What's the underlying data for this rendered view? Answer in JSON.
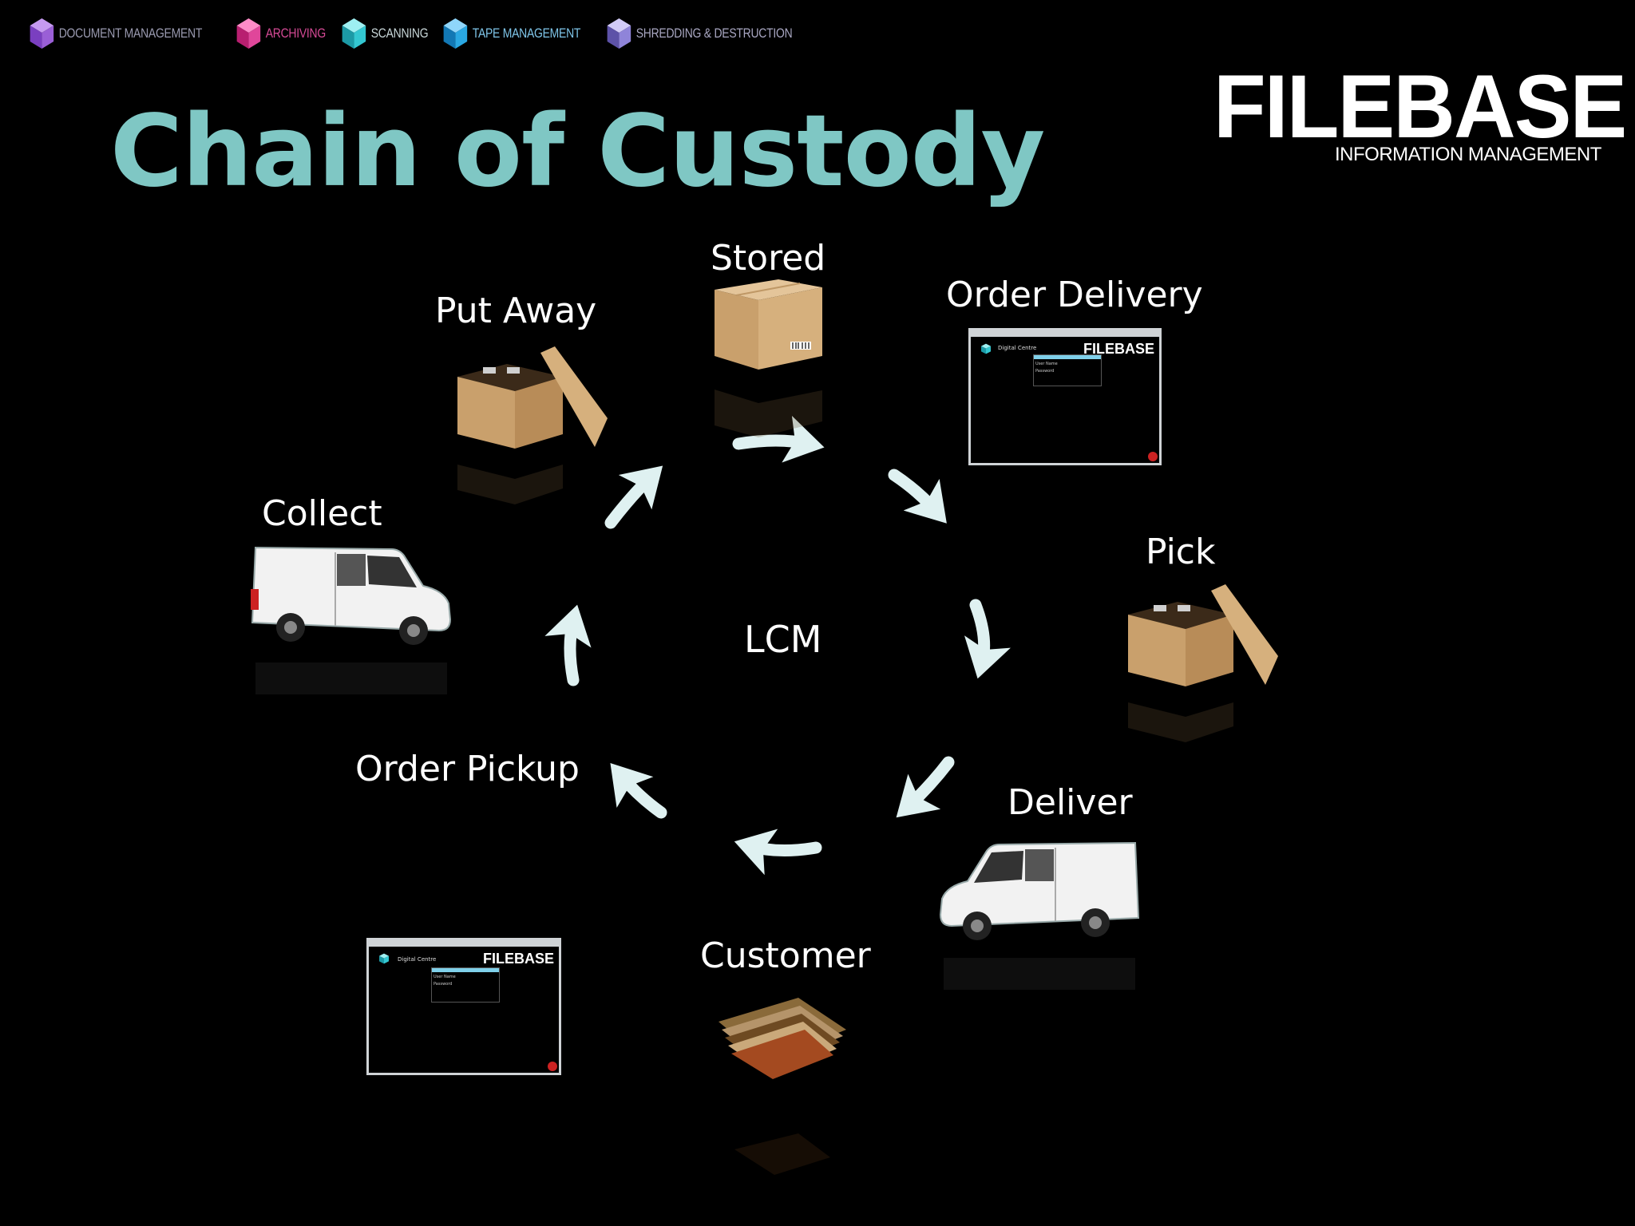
{
  "topnav": {
    "items": [
      {
        "label": "Document Management",
        "color": "#9a5fd6"
      },
      {
        "label": "Archiving",
        "color": "#e0469a"
      },
      {
        "label": "Scanning",
        "color": "#33c7d1"
      },
      {
        "label": "Tape Management",
        "color": "#2aa8e3"
      },
      {
        "label": "Shredding & Destruction",
        "color": "#8f84d9"
      }
    ]
  },
  "title": "Chain of Custody",
  "logo": {
    "word": "FILEBASE",
    "sub": "INFORMATION MANAGEMENT"
  },
  "diagram": {
    "center": "LCM",
    "nodes": {
      "stored": "Stored",
      "order_delivery": "Order Delivery",
      "pick": "Pick",
      "deliver": "Deliver",
      "customer": "Customer",
      "order_pickup": "Order Pickup",
      "collect": "Collect",
      "put_away": "Put Away"
    }
  },
  "portal": {
    "title": "Digital Centre",
    "logo": "FILEBASE",
    "user_label": "User Name",
    "password_label": "Password"
  },
  "colors": {
    "title": "#7fc7c4",
    "arrow": "#dff1f1"
  }
}
